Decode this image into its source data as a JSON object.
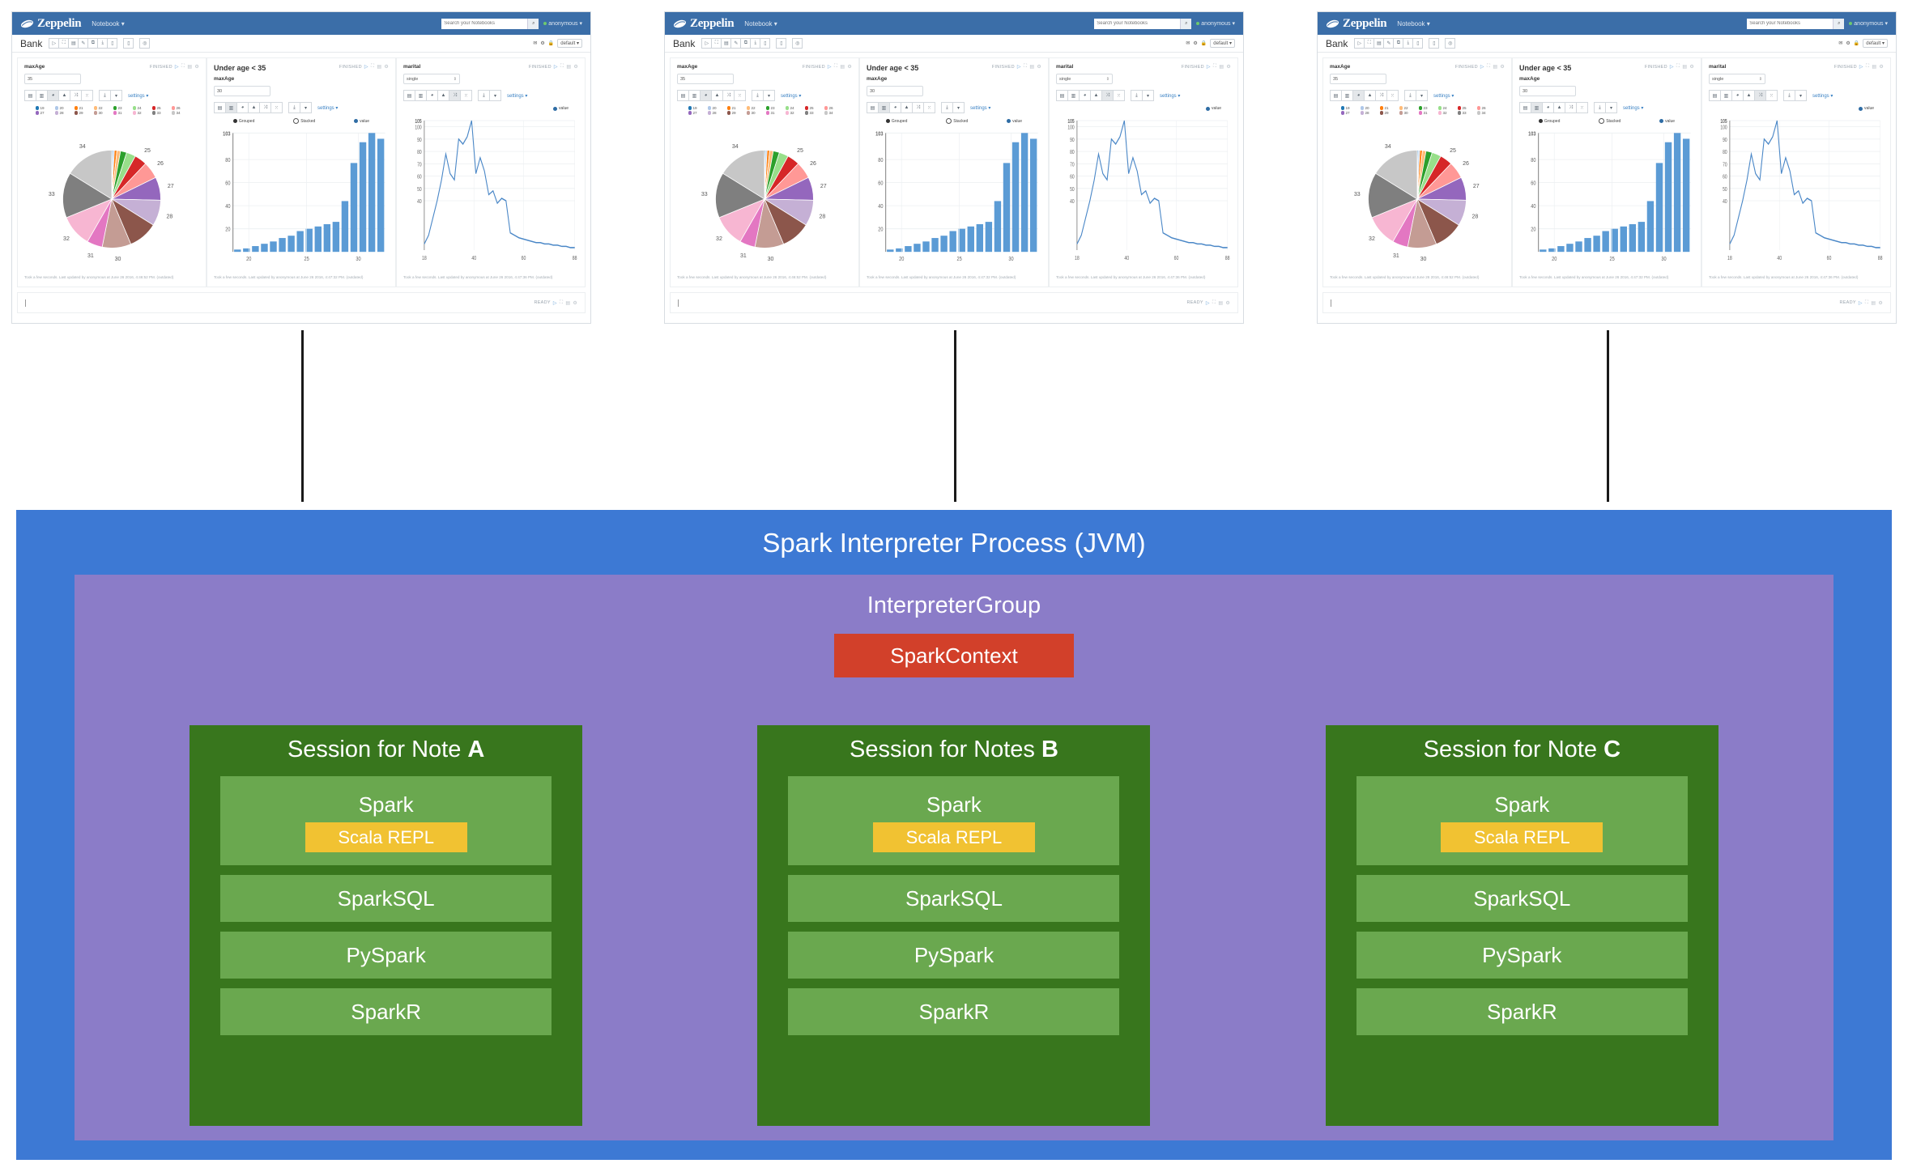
{
  "notebooks": [
    {
      "nav": {
        "brand": "Zeppelin",
        "menu": "Notebook",
        "search_placeholder": "Search your Notebooks",
        "user": "anonymous"
      },
      "toolbar": {
        "note_name": "Bank",
        "interpreter_binding": "default"
      },
      "paragraphs": [
        {
          "title": "maxAge",
          "title_large": false,
          "status": "FINISHED",
          "input_kind": "text",
          "input_value": "35",
          "active_viz": "pie",
          "settings_label": "settings",
          "legend": [
            {
              "label": "19",
              "color": "#1f77b4"
            },
            {
              "label": "20",
              "color": "#aec7e8"
            },
            {
              "label": "21",
              "color": "#ff7f0e"
            },
            {
              "label": "22",
              "color": "#ffbb78"
            },
            {
              "label": "23",
              "color": "#2ca02c"
            },
            {
              "label": "24",
              "color": "#98df8a"
            },
            {
              "label": "25",
              "color": "#d62728"
            },
            {
              "label": "26",
              "color": "#ff9896"
            },
            {
              "label": "27",
              "color": "#9467bd"
            },
            {
              "label": "28",
              "color": "#c5b0d5"
            },
            {
              "label": "29",
              "color": "#8c564b"
            },
            {
              "label": "30",
              "color": "#c49c94"
            },
            {
              "label": "31",
              "color": "#e377c2"
            },
            {
              "label": "32",
              "color": "#f7b6d2"
            },
            {
              "label": "33",
              "color": "#7f7f7f"
            },
            {
              "label": "34",
              "color": "#c7c7c7"
            }
          ],
          "footer": "Took a few seconds. Last updated by anonymous at June 26 2016, 4:46:52 PM. (outdated)"
        },
        {
          "title": "Under age < 35",
          "title_large": true,
          "status": "FINISHED",
          "input_kind": "text",
          "sub_label": "maxAge",
          "input_value": "30",
          "active_viz": "bar",
          "settings_label": "settings",
          "mode_options": [
            "Grouped",
            "Stacked"
          ],
          "mode_selected": "Grouped",
          "series_label": "value",
          "footer": "Took a few seconds. Last updated by anonymous at June 26 2016, 4:47:32 PM. (outdated)"
        },
        {
          "title": "marital",
          "title_large": false,
          "status": "FINISHED",
          "input_kind": "select",
          "input_value": "single",
          "active_viz": "line",
          "settings_label": "settings",
          "series_label": "value",
          "footer": "Took a few seconds. Last updated by anonymous at June 26 2016, 4:47:36 PM. (outdated)"
        }
      ],
      "new_paragraph_status": "READY"
    }
  ],
  "chart_data": [
    {
      "type": "pie",
      "title": "maxAge",
      "labels": [
        "19",
        "20",
        "21",
        "22",
        "23",
        "24",
        "25",
        "26",
        "27",
        "28",
        "29",
        "30",
        "31",
        "32",
        "33",
        "34"
      ],
      "values": [
        2,
        3,
        5,
        7,
        12,
        18,
        24,
        33,
        45,
        50,
        57,
        56,
        30,
        62,
        88,
        95
      ],
      "colors": [
        "#1f77b4",
        "#aec7e8",
        "#ff7f0e",
        "#ffbb78",
        "#2ca02c",
        "#98df8a",
        "#d62728",
        "#ff9896",
        "#9467bd",
        "#c5b0d5",
        "#8c564b",
        "#c49c94",
        "#e377c2",
        "#f7b6d2",
        "#7f7f7f",
        "#c7c7c7"
      ],
      "outer_labels_shown": [
        "25",
        "26",
        "27",
        "28",
        "33",
        "34",
        "31",
        "32",
        "30"
      ]
    },
    {
      "type": "bar",
      "title": "Under age < 35",
      "categories": [
        "19",
        "20",
        "21",
        "22",
        "23",
        "24",
        "25",
        "26",
        "27",
        "28",
        "29",
        "30",
        "31",
        "32",
        "33",
        "34"
      ],
      "values": [
        2,
        3,
        5,
        7,
        9,
        12,
        14,
        18,
        20,
        22,
        24,
        26,
        44,
        77,
        95,
        103,
        98
      ],
      "xlabel": "",
      "ylabel": "",
      "ytick_labels": [
        "103",
        "80",
        "60",
        "40",
        "20"
      ],
      "xtick_labels": [
        "20",
        "25",
        "30"
      ],
      "ylim": [
        0,
        103
      ],
      "series_name": "value",
      "color": "#5b9bd5",
      "grid": true
    },
    {
      "type": "line",
      "title": "marital",
      "x": [
        18,
        20,
        22,
        24,
        26,
        28,
        30,
        32,
        34,
        36,
        38,
        40,
        42,
        44,
        46,
        48,
        50,
        52,
        54,
        56,
        58,
        60,
        62,
        64,
        66,
        68,
        70,
        72,
        74,
        76,
        78,
        80,
        82,
        84,
        86,
        88
      ],
      "values": [
        5,
        12,
        26,
        40,
        57,
        78,
        62,
        57,
        90,
        86,
        92,
        105,
        62,
        75,
        64,
        45,
        48,
        38,
        42,
        40,
        14,
        12,
        10,
        9,
        8,
        7,
        6,
        6,
        5,
        5,
        4,
        4,
        3,
        3,
        2,
        2
      ],
      "ytick_labels": [
        "105",
        "100",
        "90",
        "80",
        "70",
        "60",
        "50",
        "40"
      ],
      "xtick_labels": [
        "18",
        "40",
        "60",
        "88"
      ],
      "ylim": [
        0,
        105
      ],
      "series_name": "value",
      "color": "#4a87c7",
      "grid": true
    }
  ],
  "diagram": {
    "process_title": "Spark Interpreter Process (JVM)",
    "process_color": "#3d79d4",
    "interpreter_group_title": "InterpreterGroup",
    "interpreter_group_color": "#8b7cc8",
    "spark_context": "SparkContext",
    "spark_context_color": "#d2402a",
    "session_color": "#38761d",
    "component_color": "#6aa84f",
    "repl_color": "#f1c232",
    "sessions": [
      {
        "title_prefix": "Session for Note ",
        "title_note": "A",
        "components": [
          "Spark",
          "SparkSQL",
          "PySpark",
          "SparkR"
        ],
        "repl": "Scala REPL"
      },
      {
        "title_prefix": "Session for Notes ",
        "title_note": "B",
        "components": [
          "Spark",
          "SparkSQL",
          "PySpark",
          "SparkR"
        ],
        "repl": "Scala REPL"
      },
      {
        "title_prefix": "Session for Note ",
        "title_note": "C",
        "components": [
          "Spark",
          "SparkSQL",
          "PySpark",
          "SparkR"
        ],
        "repl": "Scala REPL"
      }
    ]
  },
  "icons": {
    "run": "▷",
    "expand": "⛶",
    "book": "▤",
    "gear": "⚙",
    "search": "⌕",
    "caret": "▾",
    "export": "⤓",
    "trash": "🗑",
    "clock": "⏱",
    "mail": "✉",
    "lock": "🔒"
  }
}
